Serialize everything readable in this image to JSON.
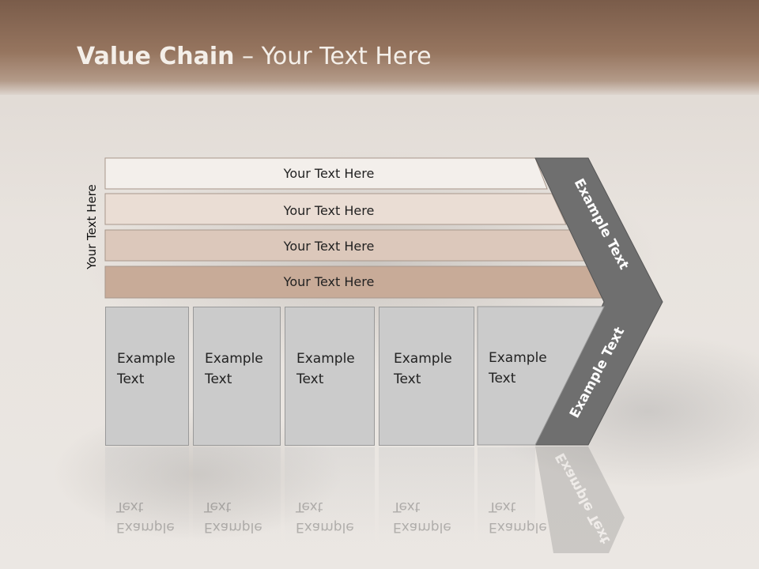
{
  "title": {
    "bold": "Value Chain",
    "rest": " – Your Text Here"
  },
  "side_label": "Your Text Here",
  "bars": [
    {
      "label": "Your Text Here",
      "color": "#f3efeb"
    },
    {
      "label": "Your Text Here",
      "color": "#eaddd4"
    },
    {
      "label": "Your Text Here",
      "color": "#dcc8bb"
    },
    {
      "label": "Your Text Here",
      "color": "#c8ab98"
    }
  ],
  "columns": [
    {
      "line1": "Example",
      "line2": "Text"
    },
    {
      "line1": "Example",
      "line2": "Text"
    },
    {
      "line1": "Example",
      "line2": "Text"
    },
    {
      "line1": "Example",
      "line2": "Text"
    },
    {
      "line1": "Example",
      "line2": "Text"
    }
  ],
  "arrow": {
    "upper": "Example Text",
    "lower": "Example Text",
    "color": "#6f6f6f"
  }
}
